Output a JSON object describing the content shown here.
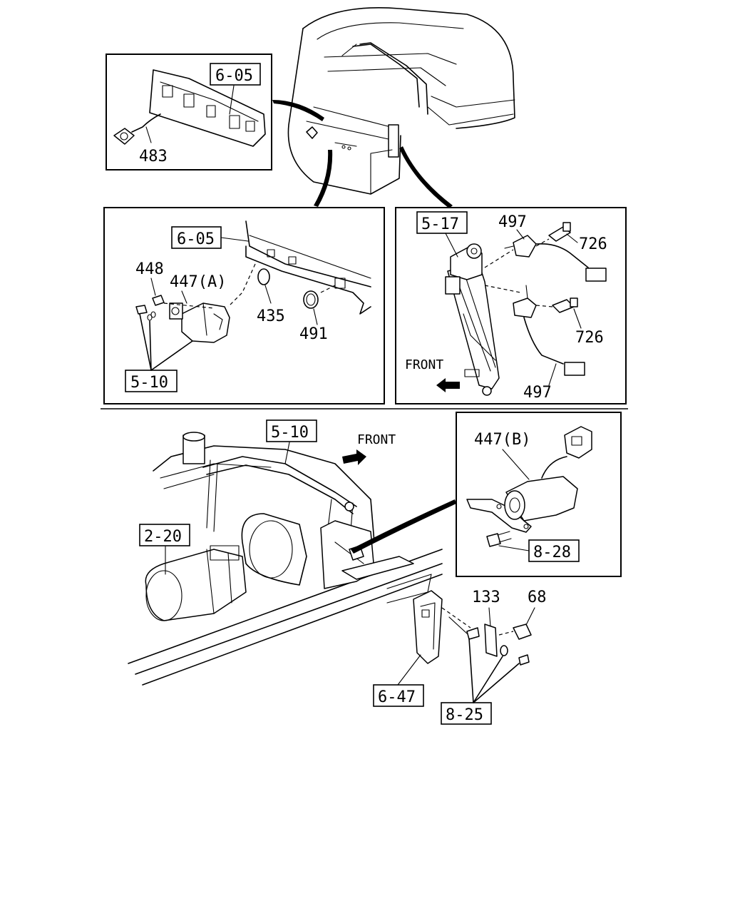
{
  "labels": {
    "top_inset": {
      "ref_605": "6-05",
      "part_483": "483"
    },
    "middle_left_inset": {
      "ref_605": "6-05",
      "part_448": "448",
      "part_447a": "447(A)",
      "part_435": "435",
      "part_491": "491",
      "ref_510": "5-10"
    },
    "middle_right_inset": {
      "ref_517": "5-17",
      "part_497_top": "497",
      "part_726_top": "726",
      "part_726_bottom": "726",
      "front": "FRONT",
      "part_497_bottom": "497"
    },
    "lower_main": {
      "ref_510": "5-10",
      "front": "FRONT",
      "ref_220": "2-20",
      "part_133": "133",
      "part_68": "68",
      "ref_647": "6-47",
      "ref_825": "8-25"
    },
    "lower_right_inset": {
      "part_447b": "447(B)",
      "ref_828": "8-28"
    }
  }
}
